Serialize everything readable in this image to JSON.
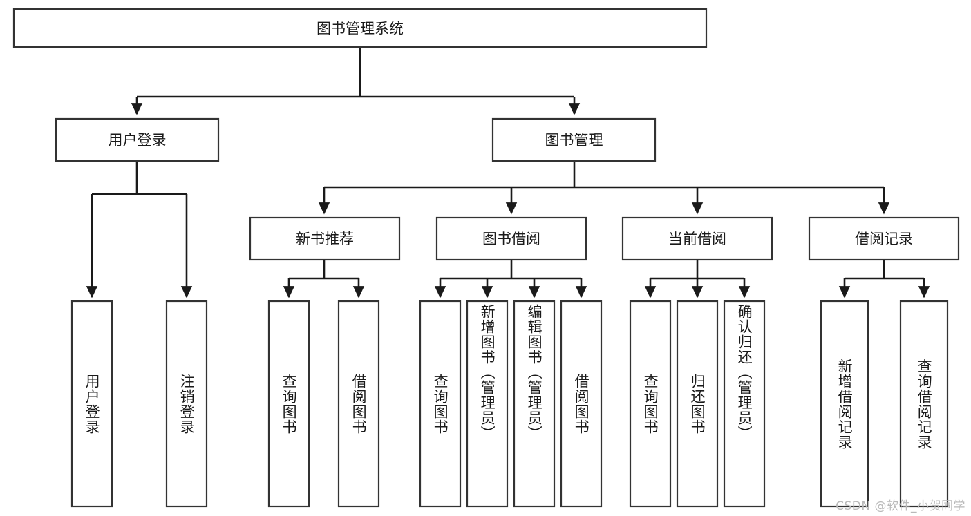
{
  "diagram": {
    "type": "tree",
    "title": "图书管理系统",
    "watermark": "CSDN @软件_小贺同学",
    "colors": {
      "box_stroke": "#333333",
      "box_fill": "#ffffff",
      "connector": "#1a1a1a",
      "text": "#1a1a1a",
      "watermark": "#b9b9b9",
      "background": "#ffffff"
    },
    "levels": {
      "root": {
        "label": "图书管理系统"
      },
      "level2": [
        {
          "label": "用户登录"
        },
        {
          "label": "图书管理"
        }
      ],
      "level3": [
        {
          "label": "新书推荐"
        },
        {
          "label": "图书借阅"
        },
        {
          "label": "当前借阅"
        },
        {
          "label": "借阅记录"
        }
      ],
      "level4": [
        {
          "label": "用户登录",
          "parent": "用户登录"
        },
        {
          "label": "注销登录",
          "parent": "用户登录"
        },
        {
          "label": "查询图书",
          "parent": "新书推荐"
        },
        {
          "label": "借阅图书",
          "parent": "新书推荐"
        },
        {
          "label": "查询图书",
          "parent": "图书借阅"
        },
        {
          "label": "新增图书（管理员）",
          "parent": "图书借阅"
        },
        {
          "label": "编辑图书（管理员）",
          "parent": "图书借阅"
        },
        {
          "label": "借阅图书",
          "parent": "图书借阅"
        },
        {
          "label": "查询图书",
          "parent": "当前借阅"
        },
        {
          "label": "归还图书",
          "parent": "当前借阅"
        },
        {
          "label": "确认归还（管理员）",
          "parent": "当前借阅"
        },
        {
          "label": "新增借阅记录",
          "parent": "借阅记录"
        },
        {
          "label": "查询借阅记录",
          "parent": "借阅记录"
        }
      ]
    }
  }
}
